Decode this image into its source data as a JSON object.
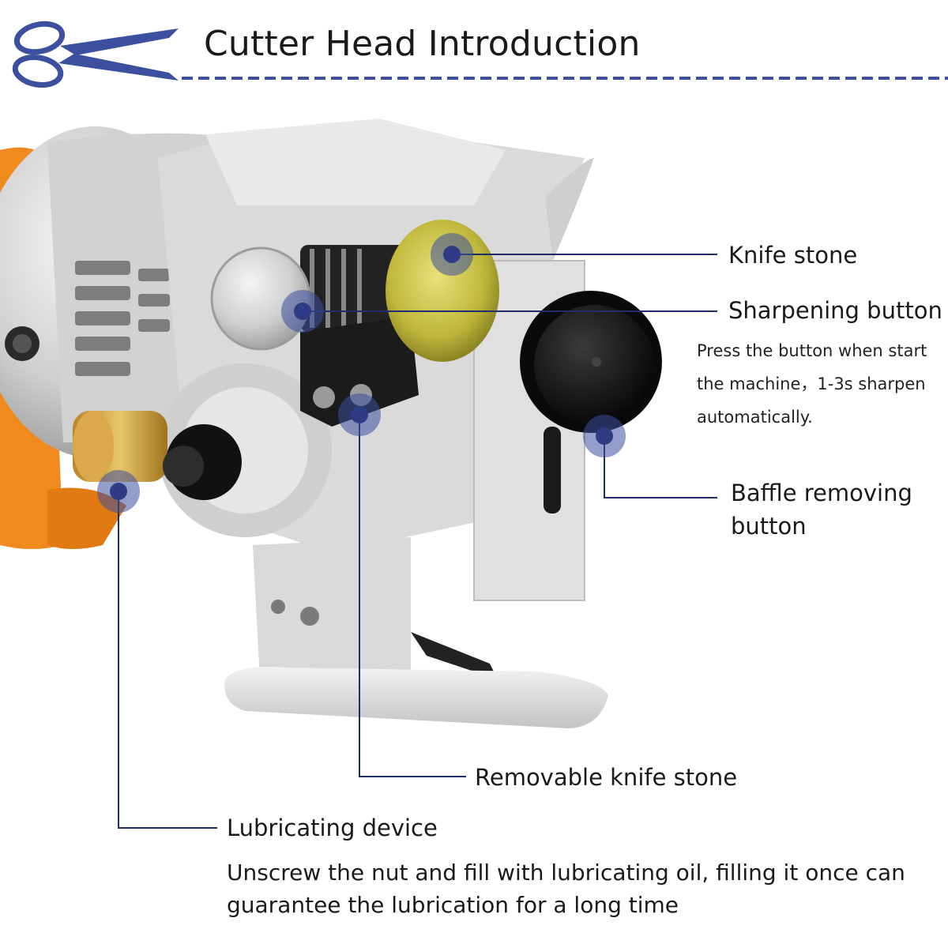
{
  "header": {
    "title": "Cutter Head Introduction",
    "icon": "scissors-icon",
    "accent_color": "#3d4f9f"
  },
  "callouts": {
    "knife_stone": {
      "label": "Knife stone"
    },
    "sharpening_button": {
      "label": "Sharpening button",
      "note": [
        "Press the button when start",
        "the machine，1-3s sharpen",
        "automatically."
      ]
    },
    "baffle_removing_button": {
      "label": [
        "Baffle removing",
        "button"
      ]
    },
    "removable_knife_stone": {
      "label": "Removable knife stone"
    },
    "lubricating_device": {
      "label": "Lubricating device",
      "description": [
        "Unscrew the nut and fill with lubricating oil, filling it once can",
        "guarantee the lubrication for a long time"
      ]
    }
  },
  "colors": {
    "marker": "#3d4f9f",
    "leader_line": "#1f2f6b",
    "body_orange": "#f08a1c",
    "metal": "#d9d9d9",
    "stone": "#c9c23e"
  }
}
